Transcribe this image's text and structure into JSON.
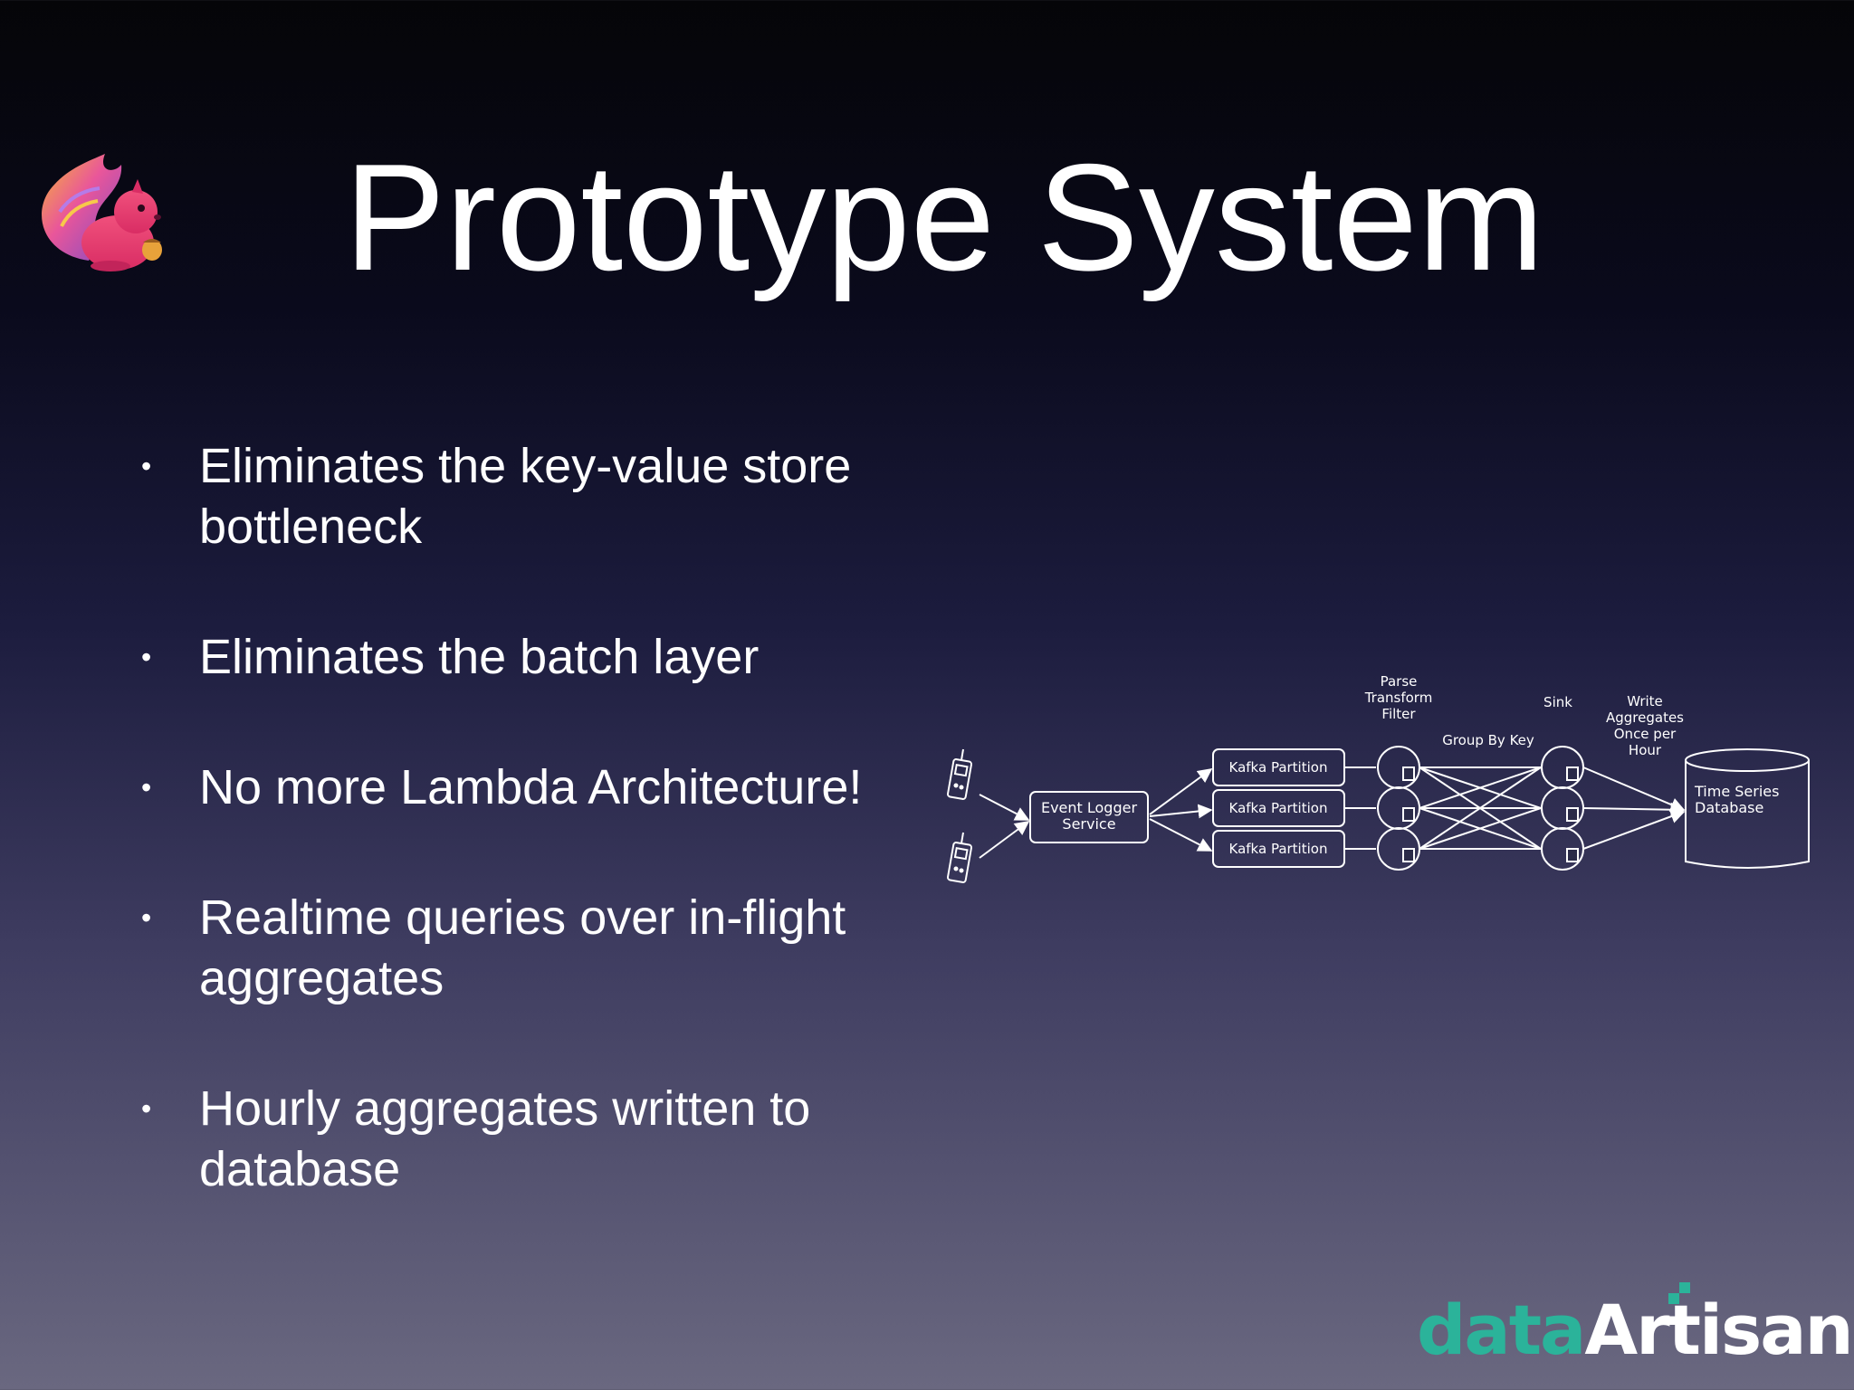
{
  "slide": {
    "title": "Prototype System",
    "bullets": [
      "Eliminates the key-value store bottleneck",
      "Eliminates the batch layer",
      "No more Lambda Architecture!",
      "Realtime queries over in-flight aggregates",
      "Hourly aggregates written to database"
    ]
  },
  "diagram": {
    "event_logger": [
      "Event Logger",
      "Service"
    ],
    "partitions": [
      "Kafka Partition",
      "Kafka Partition",
      "Kafka Partition"
    ],
    "stage_parse": [
      "Parse",
      "Transform",
      "Filter"
    ],
    "group_by": "Group By Key",
    "sink": "Sink",
    "write": [
      "Write",
      "Aggregates",
      "Once per",
      "Hour"
    ],
    "database": [
      "Time Series",
      "Database"
    ]
  },
  "branding": {
    "word_data": "data",
    "word_artisans": "Artisans",
    "colors": {
      "accent": "#2bb39a",
      "text": "#ffffff"
    }
  },
  "icons": [
    "squirrel-logo-icon",
    "mobile-phone-icon",
    "database-cylinder-icon"
  ]
}
